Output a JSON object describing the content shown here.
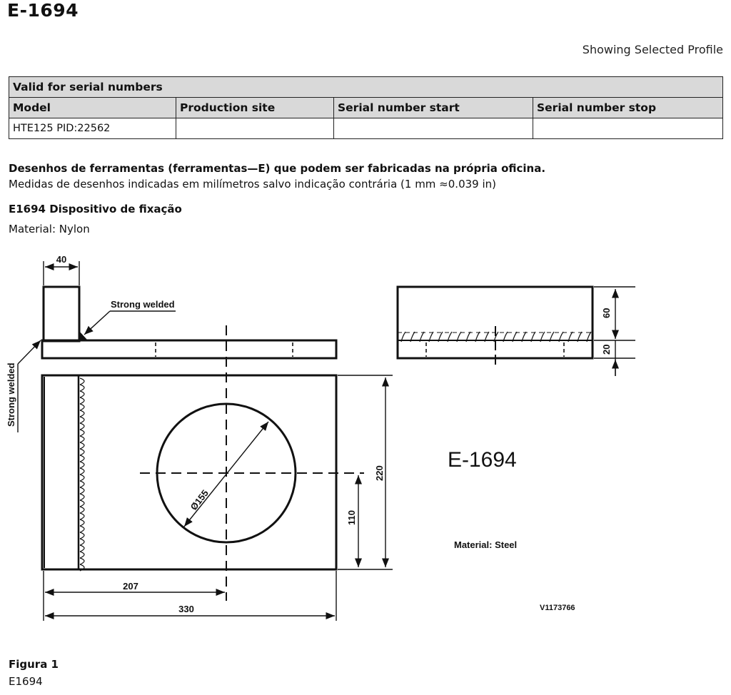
{
  "header": {
    "title": "E-1694",
    "profile_note": "Showing Selected Profile"
  },
  "serial_table": {
    "group_header": "Valid for serial numbers",
    "columns": [
      "Model",
      "Production site",
      "Serial number start",
      "Serial number stop"
    ],
    "rows": [
      [
        "HTE125 PID:22562",
        "",
        "",
        ""
      ]
    ]
  },
  "intro": {
    "bold": "Desenhos de ferramentas (ferramentas—E) que podem ser fabricadas na própria oficina.",
    "text": "Medidas de desenhos indicadas em milímetros salvo indicação contrária (1 mm ≈0.039 in)"
  },
  "tool": {
    "title": "E1694 Dispositivo de fixação",
    "material": "Material: Nylon"
  },
  "drawing": {
    "dim_40": "40",
    "strong_welded_top": "Strong welded",
    "strong_welded_side": "Strong welded",
    "dim_60": "60",
    "dim_20": "20",
    "diameter": "Ø155",
    "dim_220": "220",
    "dim_110": "110",
    "dim_207": "207",
    "dim_330": "330",
    "drawing_id": "E-1694",
    "material": "Material: Steel",
    "ref": "V1173766"
  },
  "figure": {
    "label": "Figura 1",
    "caption": "E1694"
  }
}
